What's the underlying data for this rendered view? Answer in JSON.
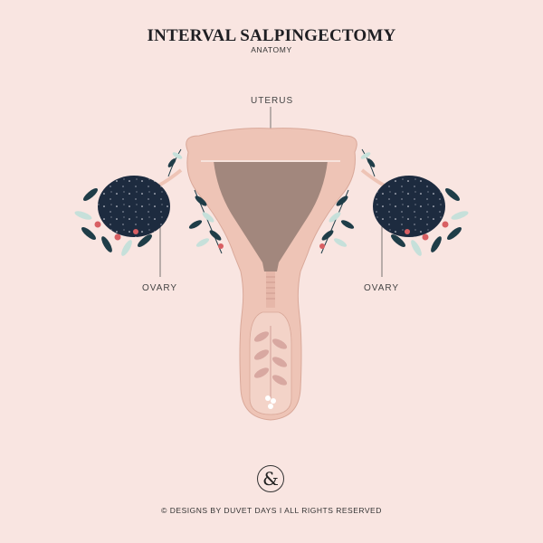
{
  "title": "INTERVAL SALPINGECTOMY",
  "subtitle": "ANATOMY",
  "labels": {
    "uterus": "UTERUS",
    "ovary_left": "OVARY",
    "ovary_right": "OVARY"
  },
  "logo": "&",
  "footer": "© DESIGNS BY DUVET DAYS  I  ALL RIGHTS RESERVED",
  "colors": {
    "background": "#f9e5e1",
    "uterus_outer": "#eec4b6",
    "uterus_inner": "#a2877d",
    "ovary": "#1d2b3f",
    "leaf": "#1f3d48",
    "leaf_light": "#c6e0da",
    "flower": "#d85f63",
    "vine": "#d8a8a1"
  }
}
